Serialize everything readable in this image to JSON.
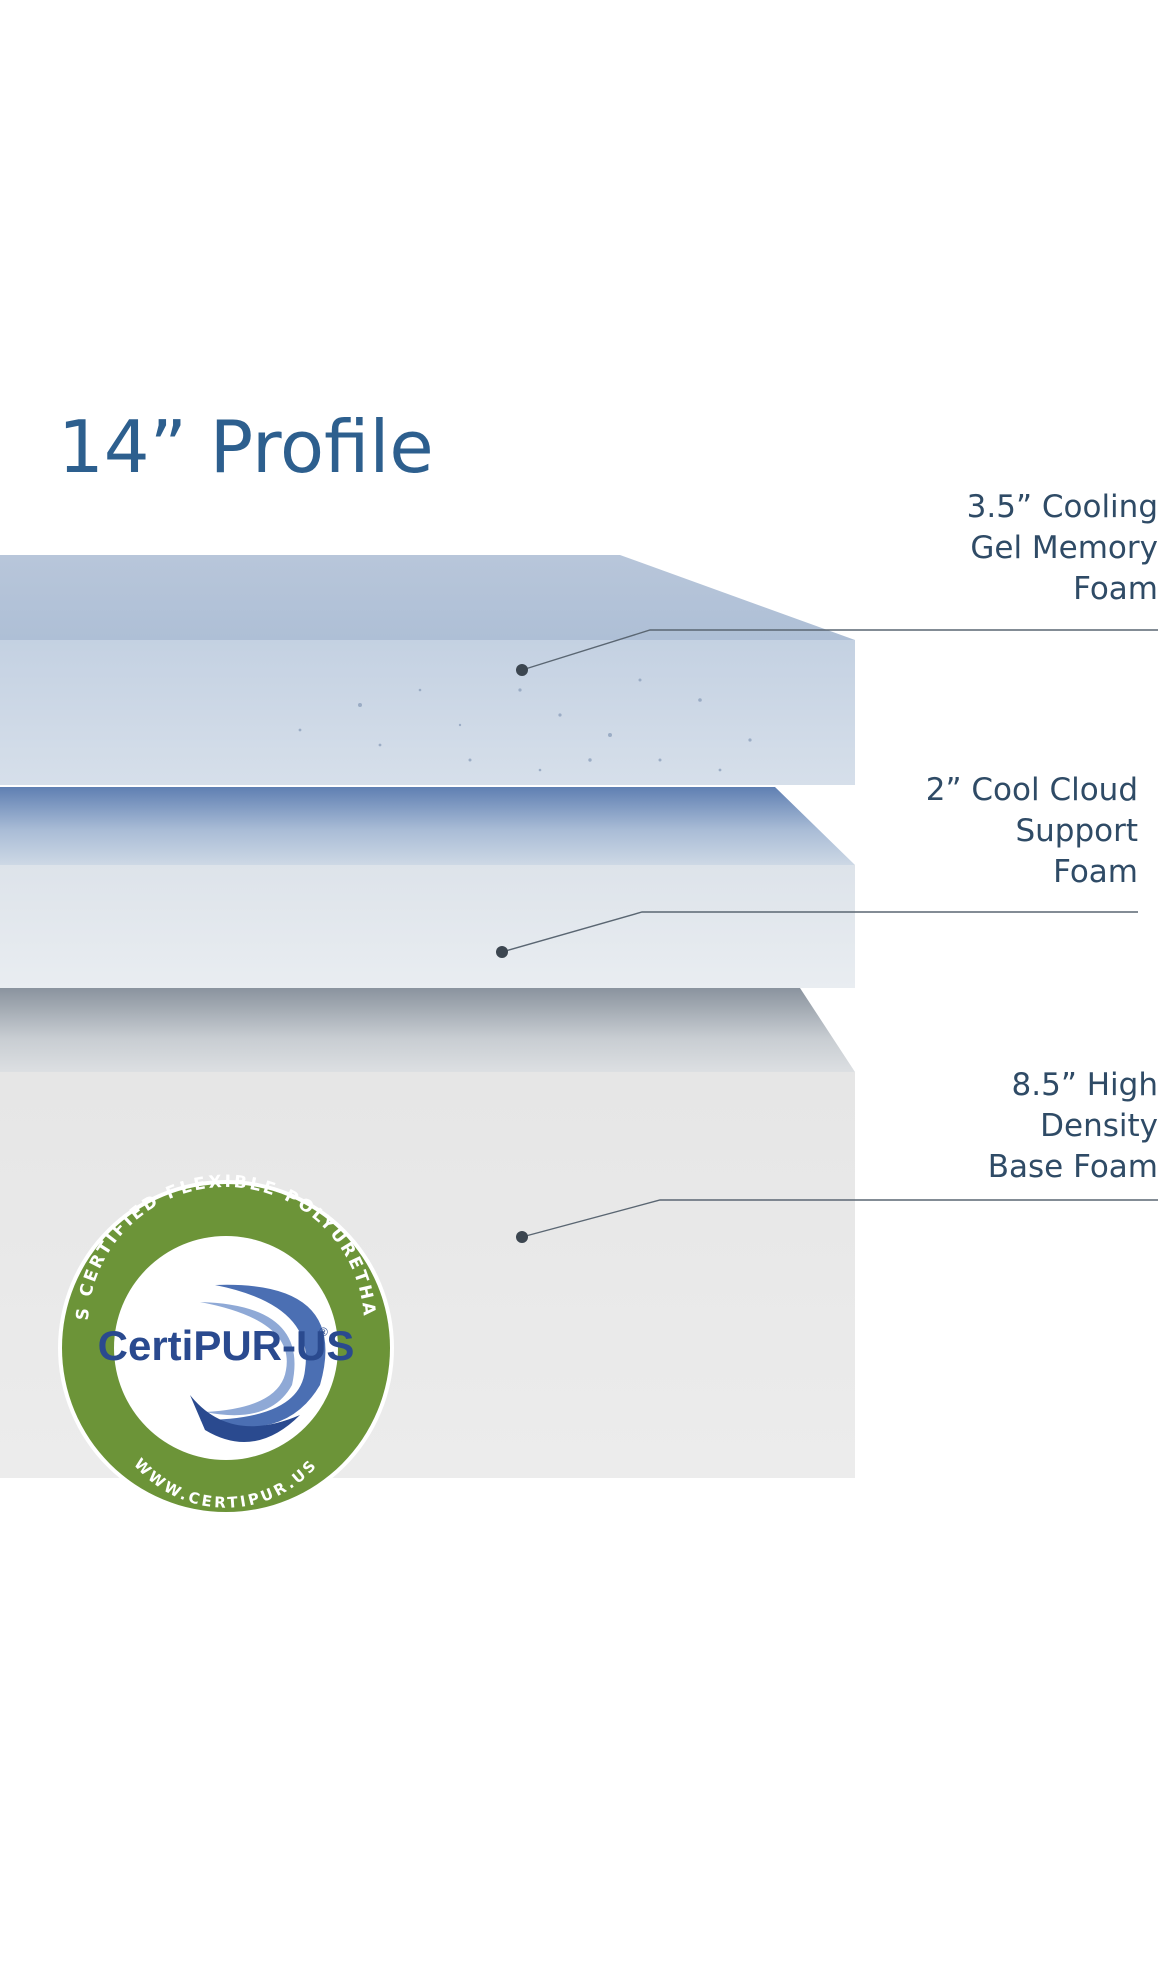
{
  "title": "14” Profile",
  "layers": [
    {
      "lines": [
        "3.5” Cooling",
        "Gel Memory",
        "Foam"
      ]
    },
    {
      "lines": [
        "2” Cool Cloud",
        "Support",
        "Foam"
      ]
    },
    {
      "lines": [
        "8.5” High",
        "Density",
        "Base Foam"
      ]
    }
  ],
  "badge": {
    "ring_text": "CONTAINS CERTIFIED FLEXIBLE POLYURETHANE FOAM",
    "center_text": "CertiPUR-US",
    "registered": "®",
    "url_text": "WWW.CERTIPUR.US"
  },
  "colors": {
    "title": "#2d5f8e",
    "label": "#2f4b66",
    "top_foam": "#c9d6e6",
    "middle_foam": "#e3e8ec",
    "base_foam": "#e9e9e9",
    "badge_green": "#6c9438",
    "badge_blue": "#2a4a8f"
  }
}
